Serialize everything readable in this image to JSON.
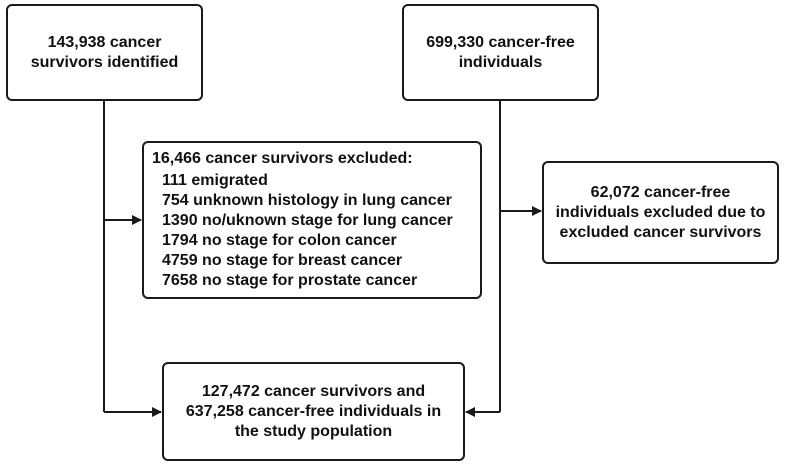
{
  "boxes": {
    "survivors": {
      "lines": [
        "143,938 cancer",
        "survivors identified"
      ]
    },
    "cancer_free": {
      "lines": [
        "699,330 cancer-free",
        "individuals"
      ]
    },
    "excluded_survivors": {
      "title": "16,466 cancer survivors excluded:",
      "items": [
        "111 emigrated",
        "754 unknown histology in lung cancer",
        "1390 no/uknown stage for lung cancer",
        "1794 no stage for colon cancer",
        "4759 no stage for breast cancer",
        "7658 no stage for prostate cancer"
      ]
    },
    "excluded_cancer_free": {
      "lines": [
        "62,072 cancer-free",
        "individuals excluded due to",
        "excluded cancer survivors"
      ]
    },
    "study_population": {
      "lines": [
        "127,472 cancer survivors and",
        "637,258 cancer-free individuals in",
        "the study population"
      ]
    }
  },
  "colors": {
    "border": "#1a1a1a",
    "text": "#111111",
    "background": "#ffffff"
  }
}
